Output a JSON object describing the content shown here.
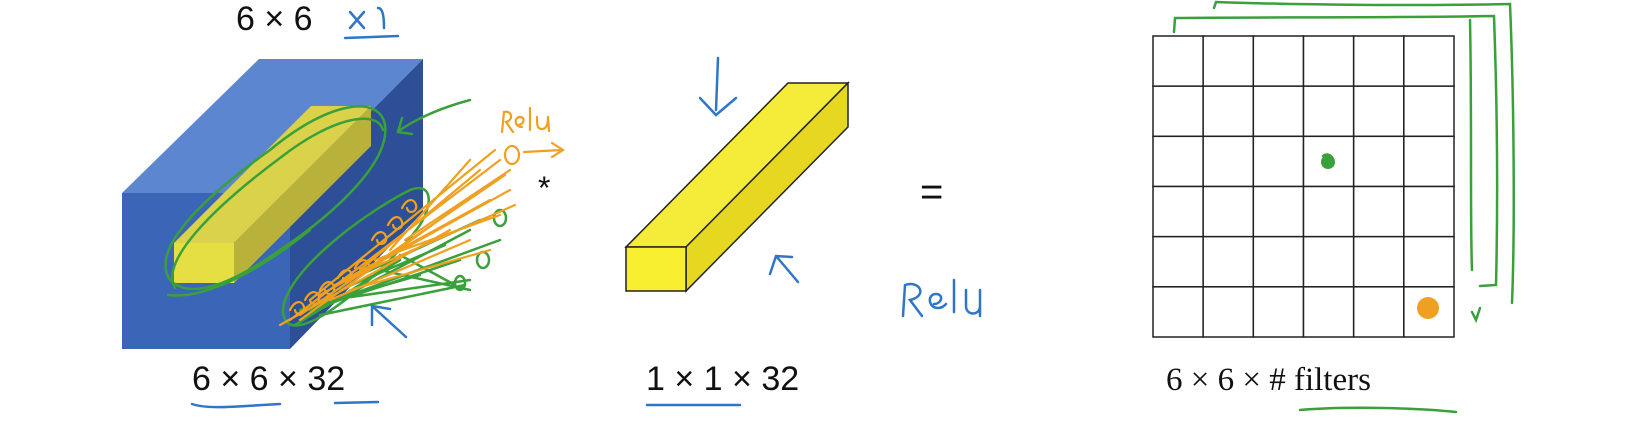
{
  "labels": {
    "top_input_dims": "6 × 6",
    "input_dims": "6 × 6 × 32",
    "operator": "*",
    "filter_dims": "1 × 1 × 32",
    "equals": "=",
    "output_dims": "6 × 6 × # filters"
  },
  "annotations": {
    "times_one": "×1",
    "relu_small": "Relu",
    "relu_large": "ReLU",
    "activation_zero": "0",
    "scribble_zeros": "0"
  },
  "output_grid": {
    "rows": 6,
    "cols": 6
  },
  "colors": {
    "input_volume_front": "#3b66b8",
    "input_volume_top": "#5c86cf",
    "input_volume_side": "#2c4f98",
    "fiber_yellow": "#f5ec3a",
    "fiber_yellow_dim": "#d9d24a",
    "annotation_green": "#3aa03a",
    "annotation_orange": "#f0a020",
    "annotation_blue": "#2f76c8"
  }
}
